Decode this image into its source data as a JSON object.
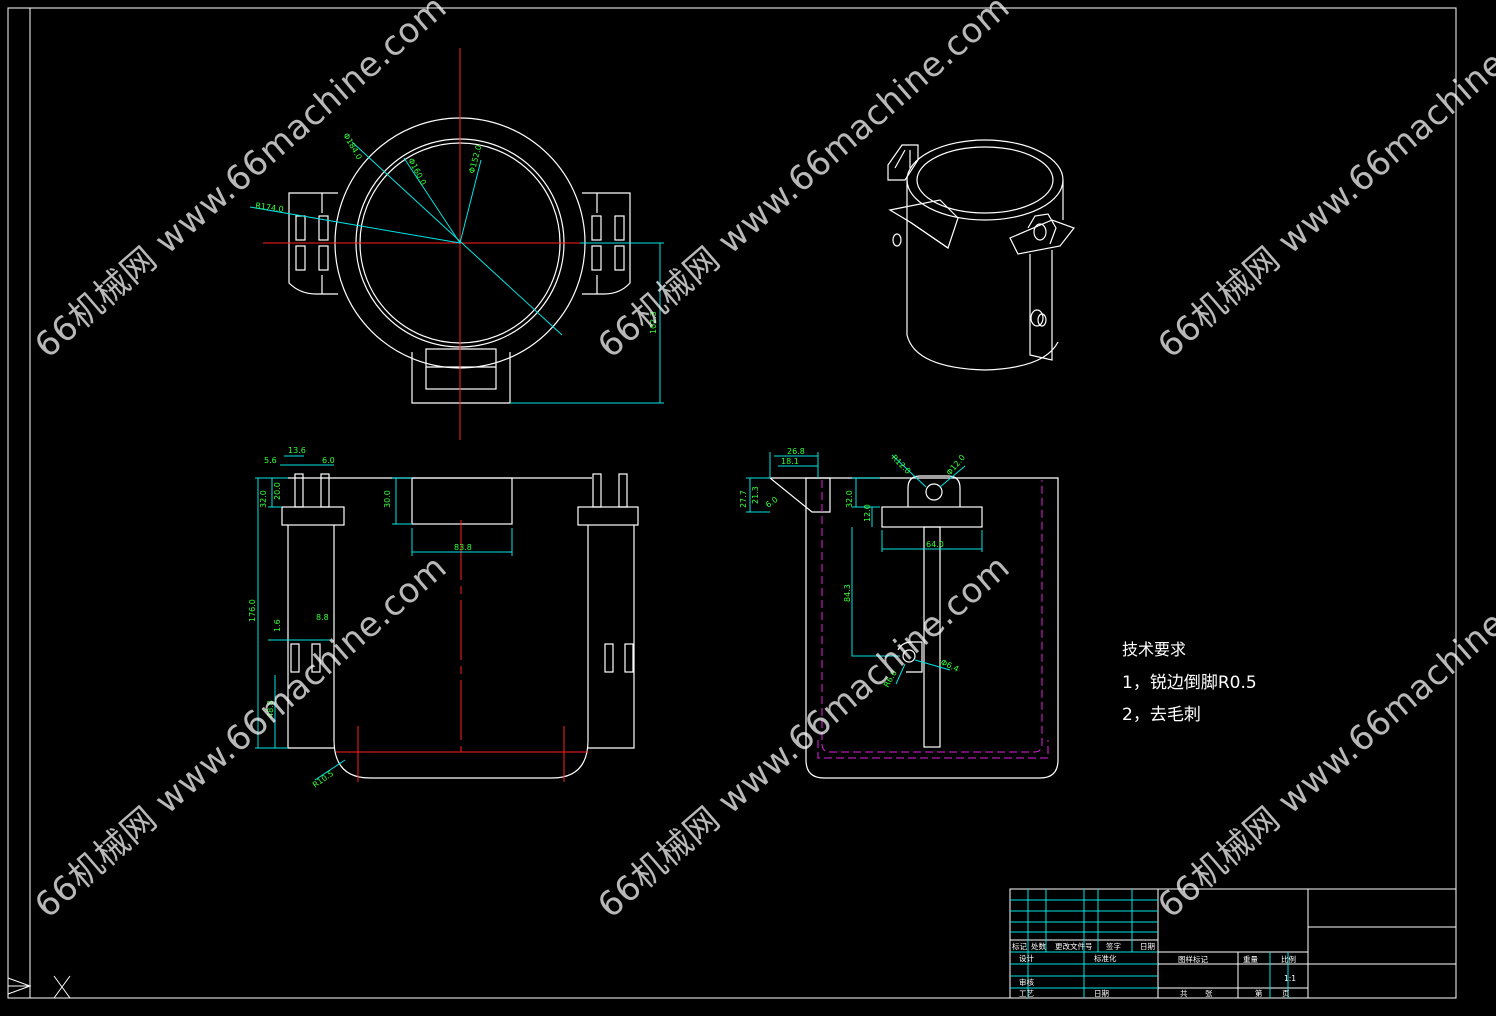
{
  "watermark": "66机械网 www.66machine.com",
  "tech_requirements": {
    "title": "技术要求",
    "items": [
      "1，锐边倒脚R0.5",
      "2，去毛刺"
    ]
  },
  "dims": {
    "d184": "Φ184.0",
    "d160": "Φ160.0",
    "d152": "Φ152.0",
    "r174": "R174.0",
    "h102": "102.3",
    "w13_6": "13.6",
    "w5_6": "5.6",
    "w6_0a": "6.0",
    "h32a": "32.0",
    "h20": "20.0",
    "h30": "30.0",
    "w83": "83.8",
    "h176": "176.0",
    "w8_8": "8.8",
    "w1_6": "1.6",
    "h48": "48.8",
    "r10_5": "R10.5",
    "w26_8": "26.8",
    "w18_1": "18.1",
    "h27_7": "27.7",
    "h21_3": "21.3",
    "w6_0b": "6.0",
    "r12": "R12.0",
    "d12": "Φ12.0",
    "h32b": "32.0",
    "h12": "12.0",
    "w64": "64.0",
    "h84_3": "84.3",
    "d6_4": "Φ6.4",
    "r6": "R6.0"
  },
  "title_block": {
    "row1": [
      "标记",
      "处数",
      "更改文件号",
      "签字",
      "日期"
    ],
    "design": "设计",
    "standard": "标准化",
    "drawing_mark": "图样标记",
    "weight": "重量",
    "scale": "比例",
    "scale_value": "1:1",
    "review": "审核",
    "process": "工艺",
    "date": "日期",
    "total": "共",
    "sheets": "张",
    "sheet_no": "第",
    "page": "页"
  },
  "colors": {
    "outline": "#ffffff",
    "center": "#ff2020",
    "dimension": "#00e5e5",
    "dim_text": "#33ff33",
    "hidden": "#e020e0"
  }
}
